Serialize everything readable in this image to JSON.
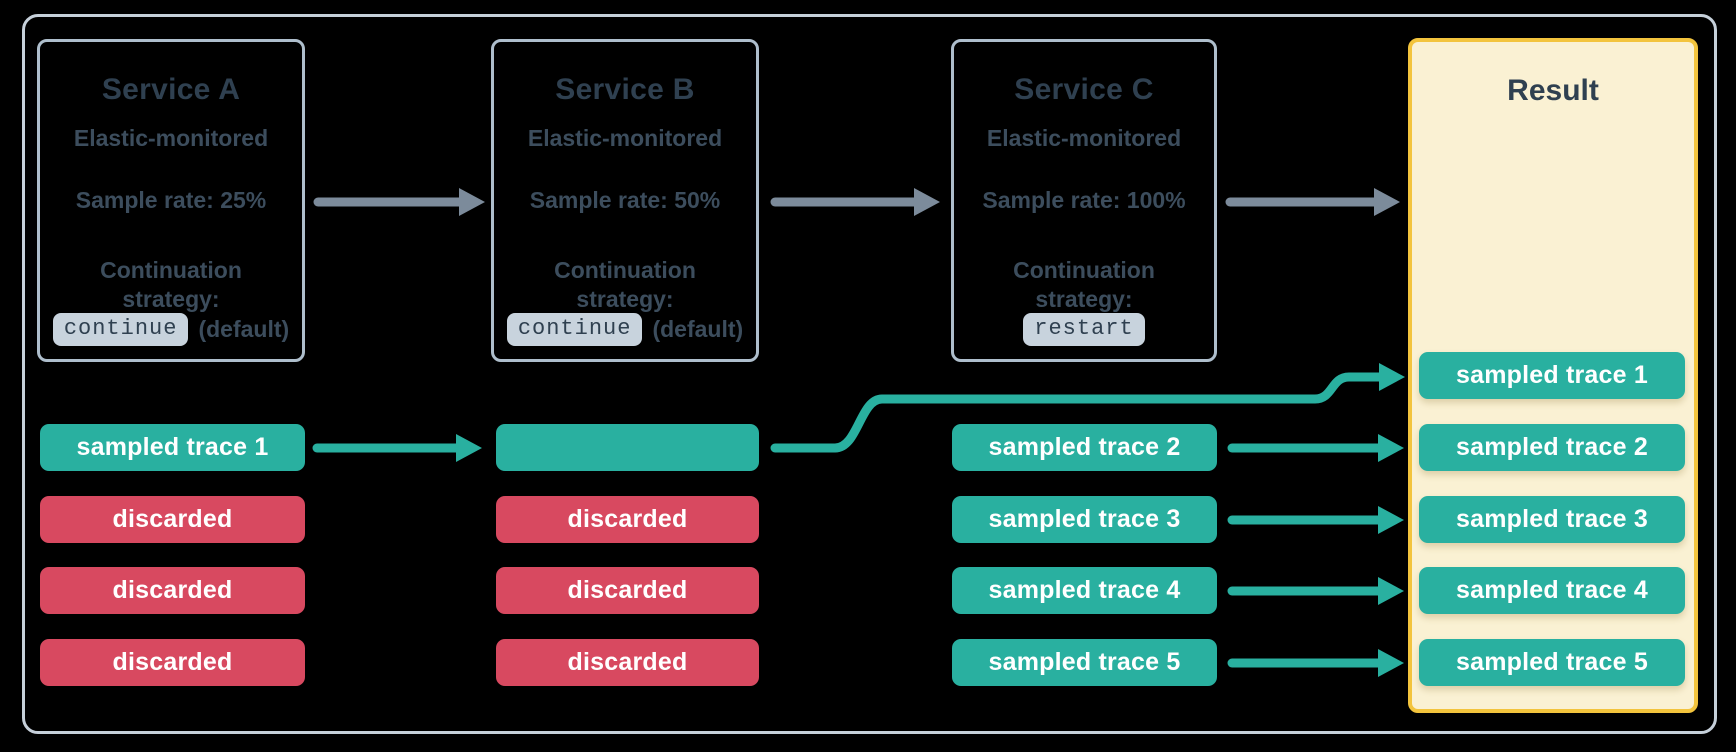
{
  "colors": {
    "teal": "#29B0A0",
    "red": "#D84960",
    "gray_arrow": "#7C8B9B",
    "box_border": "#AEBECC",
    "outer_border": "#C6D0DA",
    "title_text": "#2F4050",
    "body_text": "#3C4D5D",
    "badge_bg": "#C8D3DD",
    "result_bg": "#FAF1D3",
    "result_border": "#F3C43D",
    "chip_text": "#FFFFFF"
  },
  "services": [
    {
      "title": "Service A",
      "subtitle": "Elastic-monitored",
      "sample_rate": "Sample rate: 25%",
      "continuation_line1": "Continuation",
      "continuation_line2": "strategy:",
      "strategy_badge": "continue",
      "strategy_suffix": "(default)"
    },
    {
      "title": "Service B",
      "subtitle": "Elastic-monitored",
      "sample_rate": "Sample rate: 50%",
      "continuation_line1": "Continuation",
      "continuation_line2": "strategy:",
      "strategy_badge": "continue",
      "strategy_suffix": "(default)"
    },
    {
      "title": "Service C",
      "subtitle": "Elastic-monitored",
      "sample_rate": "Sample rate: 100%",
      "continuation_line1": "Continuation",
      "continuation_line2": "strategy:",
      "strategy_badge": "restart",
      "strategy_suffix": ""
    }
  ],
  "trace_columns": {
    "service_a": [
      {
        "label": "sampled trace 1",
        "status": "sampled"
      },
      {
        "label": "discarded",
        "status": "discarded"
      },
      {
        "label": "discarded",
        "status": "discarded"
      },
      {
        "label": "discarded",
        "status": "discarded"
      }
    ],
    "service_b": [
      {
        "label": "",
        "status": "sampled"
      },
      {
        "label": "discarded",
        "status": "discarded"
      },
      {
        "label": "discarded",
        "status": "discarded"
      },
      {
        "label": "discarded",
        "status": "discarded"
      }
    ],
    "service_c": [
      {
        "label": "sampled trace 2",
        "status": "sampled"
      },
      {
        "label": "sampled trace 3",
        "status": "sampled"
      },
      {
        "label": "sampled trace 4",
        "status": "sampled"
      },
      {
        "label": "sampled trace 5",
        "status": "sampled"
      }
    ]
  },
  "result": {
    "title": "Result",
    "rows": [
      "sampled trace 1",
      "sampled trace 2",
      "sampled trace 3",
      "sampled trace 4",
      "sampled trace 5"
    ]
  },
  "edges": [
    {
      "from": "service-a",
      "to": "service-b",
      "style": "gray"
    },
    {
      "from": "service-b",
      "to": "service-c",
      "style": "gray"
    },
    {
      "from": "service-c",
      "to": "result",
      "style": "gray"
    },
    {
      "from": "service-a-trace-1",
      "to": "service-b-trace-1",
      "style": "teal"
    },
    {
      "from": "service-b-trace-1",
      "to": "result-trace-1",
      "style": "teal-s-curve"
    },
    {
      "from": "service-c-trace-2",
      "to": "result-trace-2",
      "style": "teal"
    },
    {
      "from": "service-c-trace-3",
      "to": "result-trace-3",
      "style": "teal"
    },
    {
      "from": "service-c-trace-4",
      "to": "result-trace-4",
      "style": "teal"
    },
    {
      "from": "service-c-trace-5",
      "to": "result-trace-5",
      "style": "teal"
    }
  ]
}
